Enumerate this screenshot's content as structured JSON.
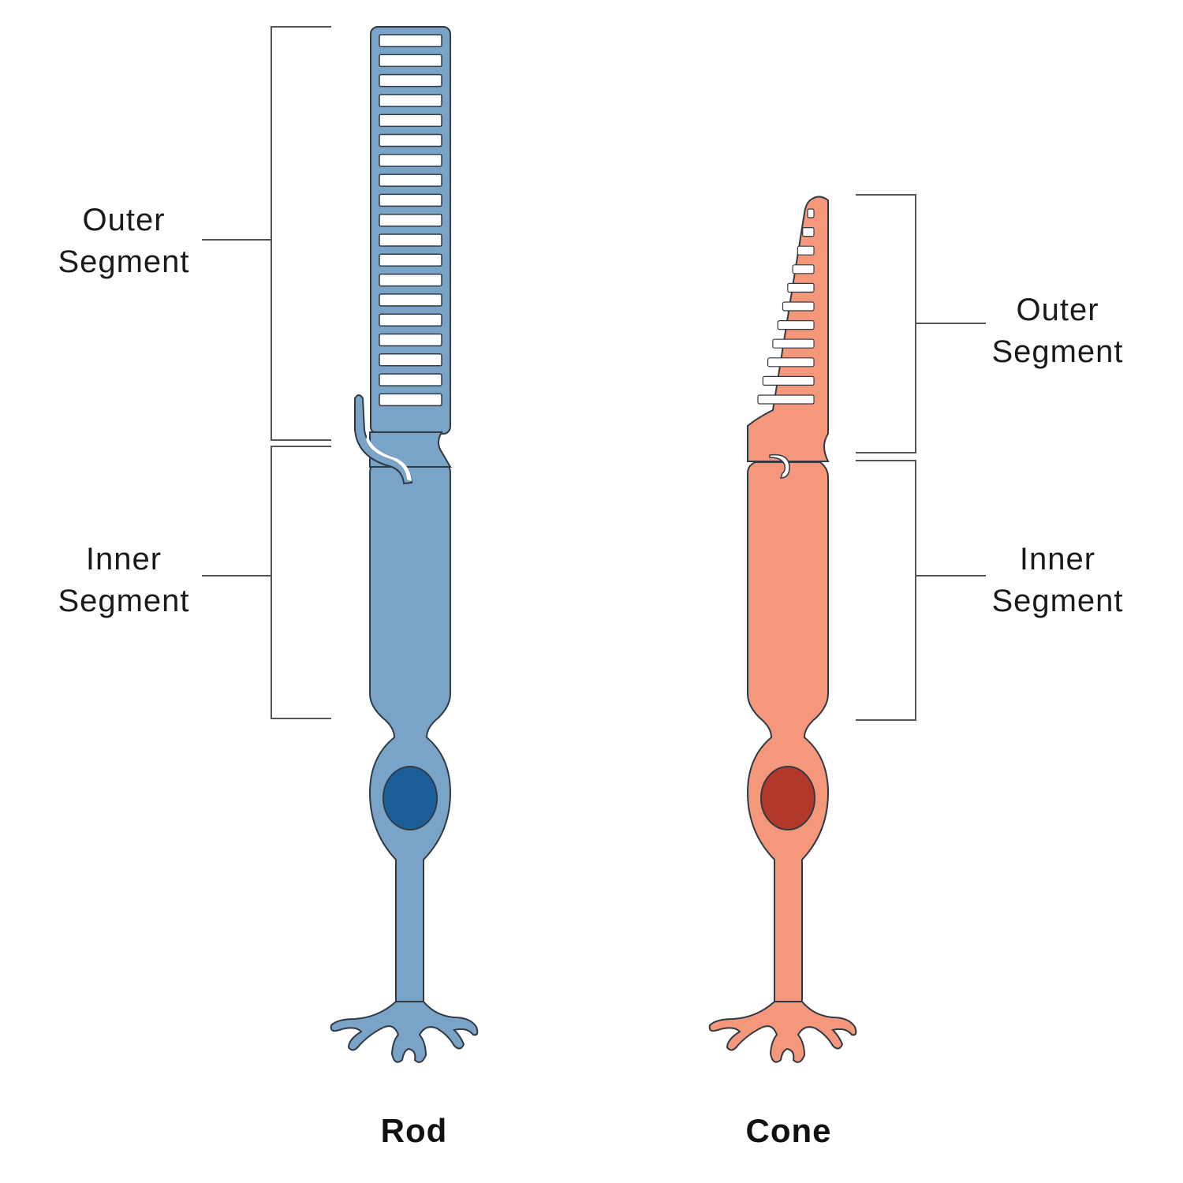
{
  "rod": {
    "name": "Rod",
    "outer_label": [
      "Outer",
      "Segment"
    ],
    "inner_label": [
      "Inner",
      "Segment"
    ],
    "color": "#7aa3c8",
    "nucleus_color": "#1c5f98"
  },
  "cone": {
    "name": "Cone",
    "outer_label": [
      "Outer",
      "Segment"
    ],
    "inner_label": [
      "Inner",
      "Segment"
    ],
    "color": "#f4977b",
    "nucleus_color": "#b1382b"
  },
  "outline_color": "#2f3a44",
  "bracket_color": "#555555"
}
